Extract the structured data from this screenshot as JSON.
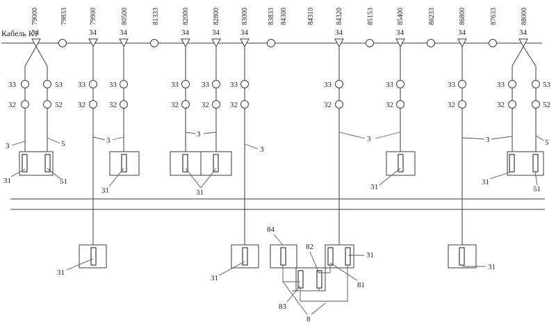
{
  "cable_label": "Кабель К1",
  "top_numbers": [
    "79000",
    "79833",
    "79900",
    "80500",
    "81333",
    "82000",
    "82800",
    "83000",
    "83833",
    "84300",
    "84310",
    "84320",
    "85153",
    "85400",
    "86233",
    "86800",
    "87633",
    "88000"
  ],
  "labels": {
    "l34": "34",
    "l33": "33",
    "l32": "32",
    "l53": "53",
    "l52": "52",
    "l3": "3",
    "l5": "5",
    "l31": "31",
    "l51": "51",
    "l84": "84",
    "l82": "82",
    "l81": "81",
    "l83": "83",
    "l8": "8"
  }
}
